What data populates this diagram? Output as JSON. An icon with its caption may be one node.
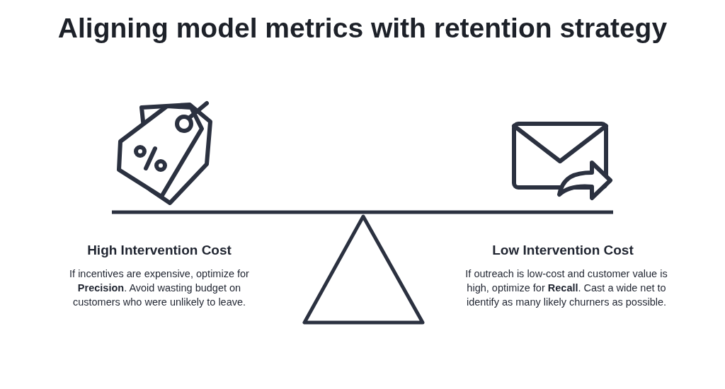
{
  "diagram": {
    "title": "Aligning model metrics with retention strategy",
    "labels": [
      "High Intervention Cost",
      "If incentives are expensive, optimize for **Precision**. Avoid wasting budget on customers who were unlikely to leave.",
      "Low Intervention Cost",
      "If outreach is low-cost and customer value is high, optimize for **Recall**. Cast a wide net to identify as many likely churners as possible."
    ]
  }
}
